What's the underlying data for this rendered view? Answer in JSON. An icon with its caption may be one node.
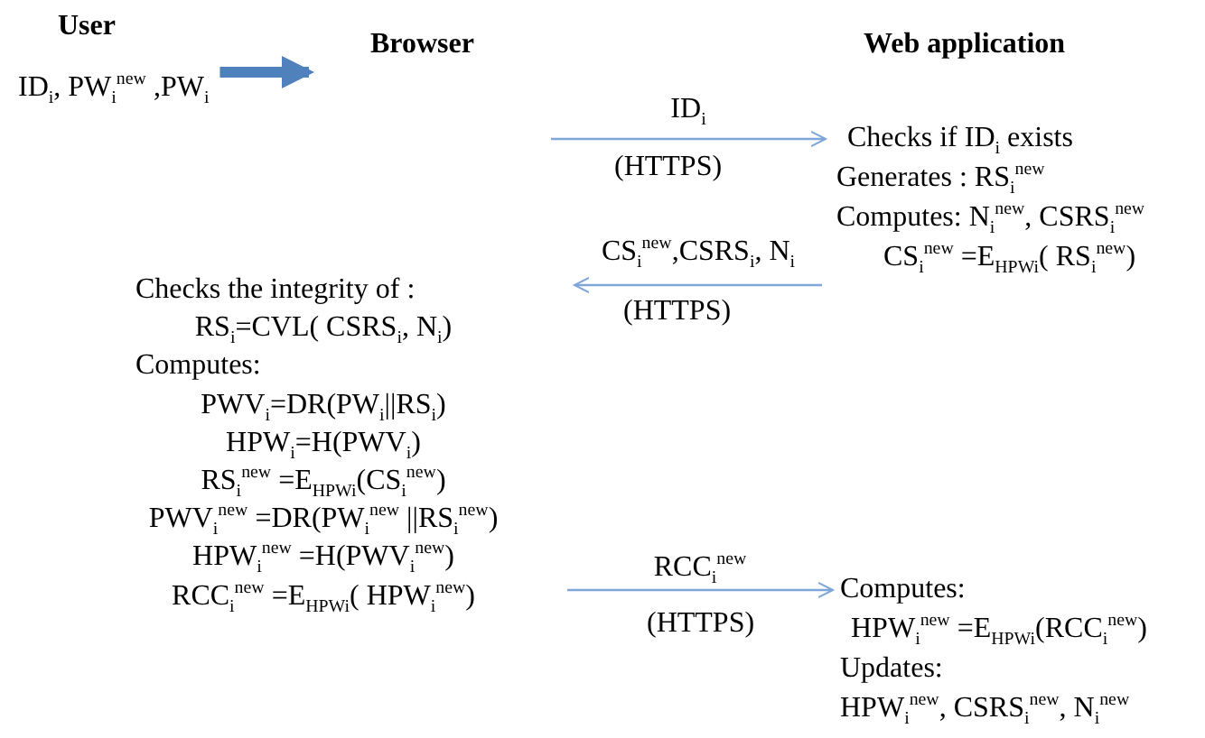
{
  "diagram": {
    "nodes": [
      {
        "text": [
          "ID$_{i}$, PW$_{i}$$^{new}$ ,PW$_{i}$"
        ]
      },
      {
        "text": [
          "Browser"
        ]
      },
      {
        "text": [
          "Checks if ID$_{i}$  exists",
          "Generates : RS$_{i}$$^{new}$",
          "Computes: N$_{i}$$^{new}$, CSRS$_{i}$$^{new}$",
          "CS$_{i}$$^{new}$ =E$_{HPWi}$( RS$_{i}$$^{new}$)"
        ]
      },
      {
        "text": [
          "Checks the integrity of :",
          "RS$_{i}$=CVL( CSRS$_{i}$, N$_{i}$)",
          "Computes:",
          "PWV$_{i}$=DR(PW$_{i}$||RS$_{i}$)",
          "HPW$_{i}$=H(PWV$_{i}$)",
          "RS$_{i}$$^{new}$ =E$_{HPWi}$(CS$_{i}$$^{new}$)",
          "PWV$_{i}$$^{new}$ =DR(PW$_{i}$$^{new}$ ||RS$_{i}$$^{new}$)",
          "HPW$_{i}$$^{new}$ =H(PWV$_{i}$$^{new}$)",
          "RCC$_{i}$$^{new}$ =E$_{HPWi}$( HPW$_{i}$$^{new}$)"
        ]
      },
      {
        "text": [
          "Computes:",
          "HPW$_{i}$$^{new}$ =E$_{HPWi}$(RCC$_{i}$$^{new}$)",
          "Updates:",
          "HPW$_{i}$$^{new}$, CSRS$_{i}$$^{new}$, N$_{i}$$^{new}$"
        ]
      }
    ],
    "edges": [
      {
        "from": 0,
        "to": 1,
        "arrow": "to",
        "style": "thick",
        "color": "#4f81bd"
      },
      {
        "from": null,
        "to": 2,
        "arrow": "to",
        "label": "ID$_{i}$"
      },
      {
        "from": 2,
        "to": 3,
        "arrow": "to",
        "label": "CS$_{i}$$^{new}$,CSRS$_{i}$, N$_{i}$"
      },
      {
        "from": 3,
        "to": 4,
        "arrow": "to",
        "label": "RCC$_{i}$$^{new}$"
      }
    ],
    "labels": [
      "User",
      "Web application",
      "(HTTPS)",
      "(HTTPS)",
      "(HTTPS)"
    ]
  }
}
